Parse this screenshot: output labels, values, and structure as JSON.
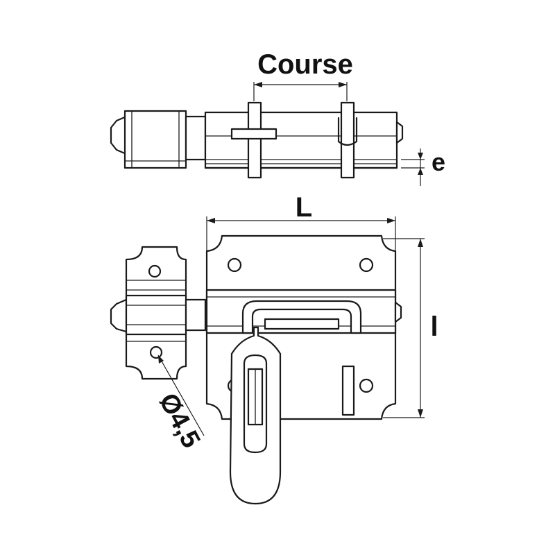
{
  "labels": {
    "course": "Course",
    "thickness": "e",
    "length": "L",
    "width": "l",
    "hole_diameter": "Ø4,5"
  }
}
